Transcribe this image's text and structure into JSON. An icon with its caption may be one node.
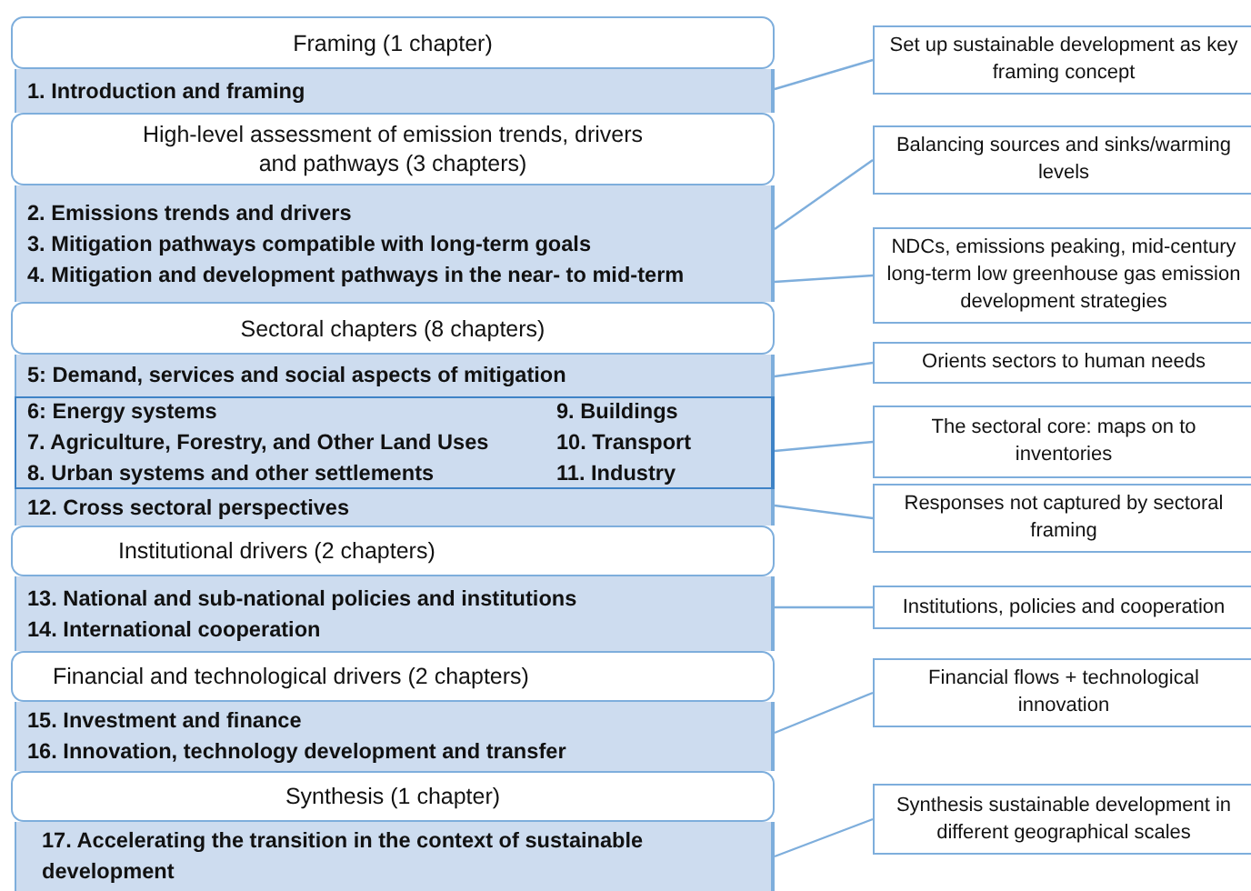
{
  "diagram": {
    "nodes": [
      {
        "text": [
          "Framing (1 chapter)"
        ]
      },
      {
        "text": [
          "1. Introduction and framing"
        ]
      },
      {
        "text": [
          "High-level assessment of emission trends, drivers and pathways (3 chapters)"
        ]
      },
      {
        "text": [
          "2. Emissions trends and drivers",
          "3. Mitigation pathways compatible with long-term goals",
          "4. Mitigation and development pathways in the near- to mid-term"
        ]
      },
      {
        "text": [
          "Sectoral chapters (8 chapters)"
        ]
      },
      {
        "text": [
          "5: Demand, services and social aspects of mitigation"
        ]
      },
      {
        "text": [
          "6: Energy systems",
          "9. Buildings",
          "7. Agriculture, Forestry, and Other Land Uses",
          "10. Transport",
          "8. Urban systems and other settlements",
          "11. Industry"
        ]
      },
      {
        "text": [
          "12. Cross sectoral perspectives"
        ]
      },
      {
        "text": [
          "Institutional drivers (2 chapters)"
        ]
      },
      {
        "text": [
          "13. National and sub-national policies and institutions",
          "14. International cooperation"
        ]
      },
      {
        "text": [
          "Financial and technological drivers (2 chapters)"
        ]
      },
      {
        "text": [
          "15. Investment and finance",
          "16. Innovation, technology development and transfer"
        ]
      },
      {
        "text": [
          "Synthesis (1 chapter)"
        ]
      },
      {
        "text": [
          "17. Accelerating the transition in the context of sustainable development"
        ]
      },
      {
        "text": [
          "Set up sustainable development as key framing concept"
        ]
      },
      {
        "text": [
          "Balancing sources and sinks/warming levels"
        ]
      },
      {
        "text": [
          "NDCs, emissions peaking, mid-century long-term low greenhouse gas emission development strategies"
        ]
      },
      {
        "text": [
          "Orients sectors to human needs"
        ]
      },
      {
        "text": [
          "The sectoral core: maps on to inventories"
        ]
      },
      {
        "text": [
          "Responses not captured by sectoral framing"
        ]
      },
      {
        "text": [
          "Institutions, policies and cooperation"
        ]
      },
      {
        "text": [
          "Financial flows + technological innovation"
        ]
      },
      {
        "text": [
          "Synthesis sustainable development in different geographical scales"
        ]
      }
    ],
    "edges": [
      {
        "from": 1,
        "to": 14,
        "arrow": "none"
      },
      {
        "from": 3,
        "to": 15,
        "arrow": "none"
      },
      {
        "from": 3,
        "to": 16,
        "arrow": "none"
      },
      {
        "from": 5,
        "to": 17,
        "arrow": "none"
      },
      {
        "from": 6,
        "to": 18,
        "arrow": "none"
      },
      {
        "from": 7,
        "to": 19,
        "arrow": "none"
      },
      {
        "from": 9,
        "to": 20,
        "arrow": "none"
      },
      {
        "from": 11,
        "to": 21,
        "arrow": "none"
      },
      {
        "from": 13,
        "to": 22,
        "arrow": "none"
      }
    ]
  }
}
